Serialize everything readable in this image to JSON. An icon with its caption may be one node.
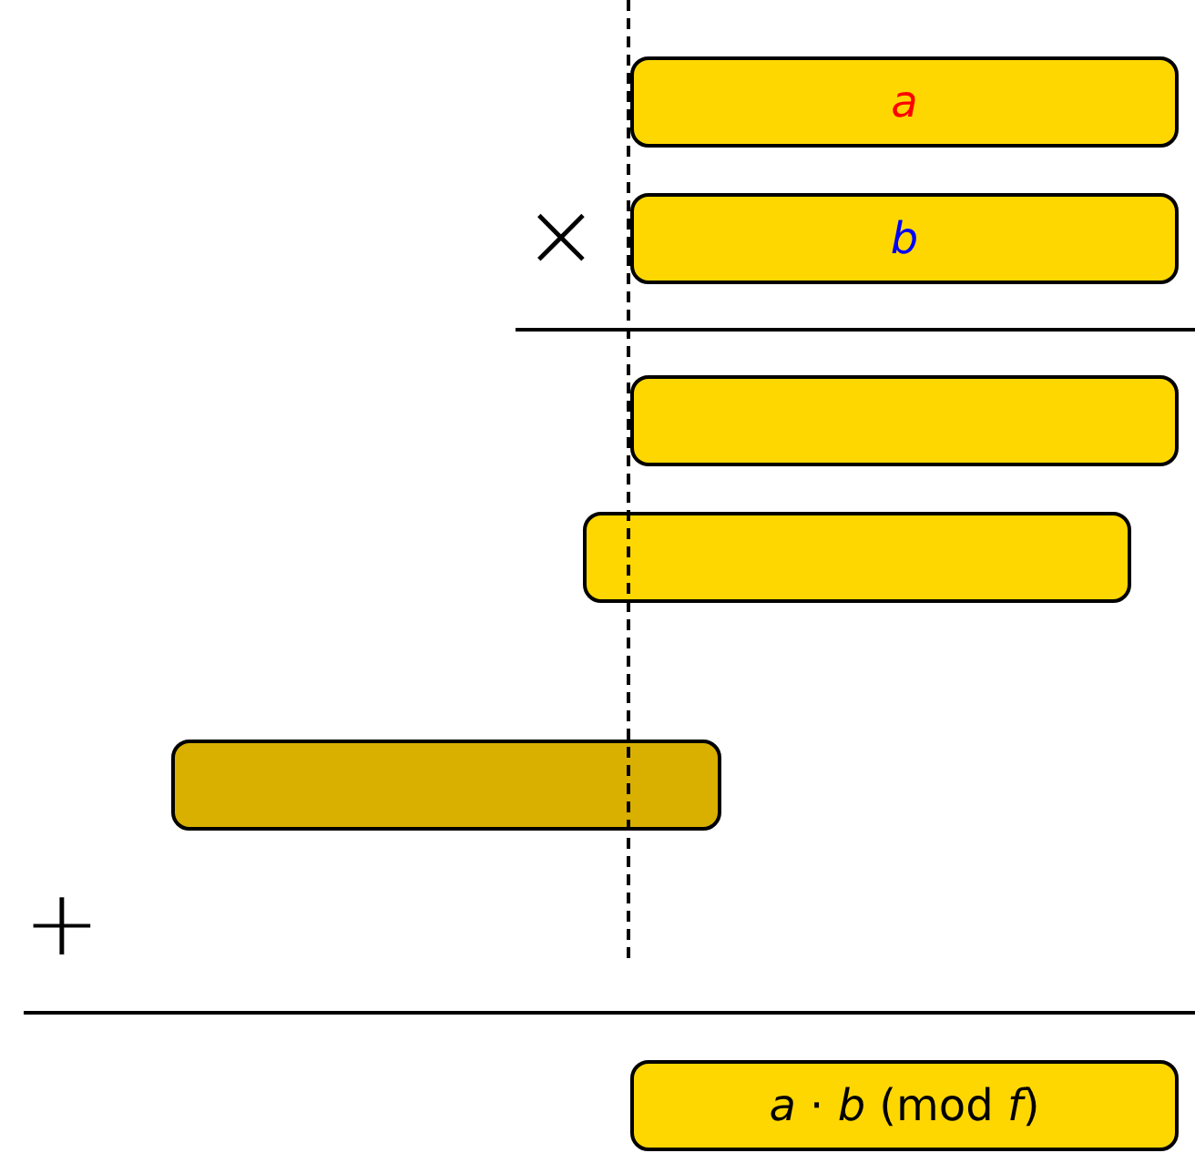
{
  "diagram": {
    "nodes": [
      {
        "text": [
          "a"
        ]
      },
      {
        "text": [
          "b"
        ]
      },
      {
        "text": [],
        "shape": "bar"
      },
      {
        "text": [],
        "shape": "bar"
      },
      {
        "text": [],
        "shape": "bar"
      },
      {
        "text": [
          "*a* · *b* (mod *f*)"
        ]
      }
    ],
    "edges": [],
    "labels": [
      "×",
      "+"
    ]
  }
}
